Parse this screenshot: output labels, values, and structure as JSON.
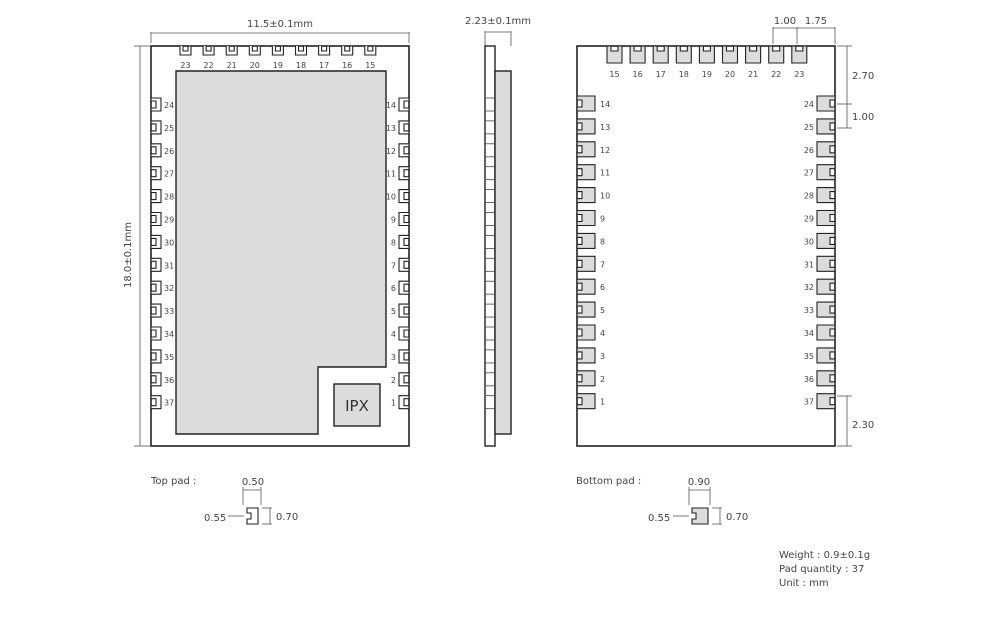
{
  "top_view": {
    "width_dim": "11.5±0.1mm",
    "height_dim": "18.0±0.1mm",
    "ipx_label": "IPX",
    "top_pins": [
      "23",
      "22",
      "21",
      "20",
      "19",
      "18",
      "17",
      "16",
      "15"
    ],
    "left_pins": [
      "24",
      "25",
      "26",
      "27",
      "28",
      "29",
      "30",
      "31",
      "32",
      "33",
      "34",
      "35",
      "36",
      "37"
    ],
    "right_pins": [
      "14",
      "13",
      "12",
      "11",
      "10",
      "9",
      "8",
      "7",
      "6",
      "5",
      "4",
      "3",
      "2",
      "1"
    ]
  },
  "side_view": {
    "thickness_dim": "2.23±0.1mm"
  },
  "bottom_view": {
    "top_pins": [
      "15",
      "16",
      "17",
      "18",
      "19",
      "20",
      "21",
      "22",
      "23"
    ],
    "left_pins": [
      "14",
      "13",
      "12",
      "11",
      "10",
      "9",
      "8",
      "7",
      "6",
      "5",
      "4",
      "3",
      "2",
      "1"
    ],
    "right_pins": [
      "24",
      "25",
      "26",
      "27",
      "28",
      "29",
      "30",
      "31",
      "32",
      "33",
      "34",
      "35",
      "36",
      "37"
    ],
    "pitch_dim": "1.00",
    "edge_dim": "1.75",
    "top_offset_dim": "2.70",
    "side_pitch_dim": "1.00",
    "bottom_offset_dim": "2.30"
  },
  "top_pad": {
    "title": "Top pad :",
    "width": "0.50",
    "offset": "0.55",
    "height": "0.70"
  },
  "bottom_pad": {
    "title": "Bottom pad :",
    "width": "0.90",
    "offset": "0.55",
    "height": "0.70"
  },
  "specs": {
    "weight": "Weight : 0.9±0.1g",
    "pad_quantity": "Pad quantity : 37",
    "unit": "Unit : mm"
  }
}
